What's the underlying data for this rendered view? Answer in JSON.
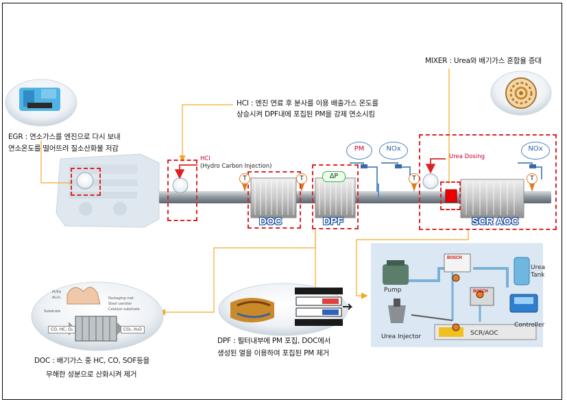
{
  "mixer_note": "MIXER : Urea와 배기가스 혼합율 증대",
  "hci_note": {
    "line1": "HCI : 엔진 연료 후 분사를 이용 배출가스 온도를",
    "line2": "상승시켜 DPF내에 포집된 PM을 강제 연소시킴"
  },
  "egr_note": {
    "line1": "EGR : 연소가스를 엔진으로 다시 보내",
    "line2": "연소온도를 떨어뜨려 질소산화물 저감"
  },
  "hci_label": {
    "line1": "HCI",
    "line2": "(Hydro Carbon Injection)"
  },
  "sensors": {
    "temp": "T",
    "pm": "PM",
    "nox1": "NOx",
    "nox2": "NOx",
    "delta_p": "ΔP"
  },
  "urea_dosing": "Urea Dosing",
  "stages": {
    "doc": "DOC",
    "dpf": "DPF",
    "scr": "SCR AOC"
  },
  "doc_note": {
    "line1": "DOC : 배기가스 중 HC, CO, SOF등을",
    "line2": "무해한 성분으로 산화시켜 제거"
  },
  "dpf_note": {
    "line1": "DPF : 필터내부에 PM 포집, DOC에서",
    "line2": "생성된 열을 이용하여 포집된 PM 제거"
  },
  "scr_system": {
    "pump": "Pump",
    "urea_tank": "Urea Tank",
    "controller": "Controller",
    "urea_injector": "Urea Injector",
    "scr_aoc": "SCR/AOC",
    "bosch": "BOSCH"
  },
  "doc_detail": {
    "co_hc": "CO, HC, O₂",
    "co2_h2o": "CO₂, H₂O",
    "packaging": "Packaging mat",
    "steel": "Steel canister",
    "catalyst": "Catalyst substrate",
    "substrate": "Substrate",
    "pt": "Pt/Pd",
    "al2o3": "Al₂O₃"
  },
  "colors": {
    "dash_red": "#dd2222",
    "leader_orange": "#f5a623",
    "stage_text_blue": "#1a4fa0",
    "pipe_gray": "#9aa0a6"
  }
}
